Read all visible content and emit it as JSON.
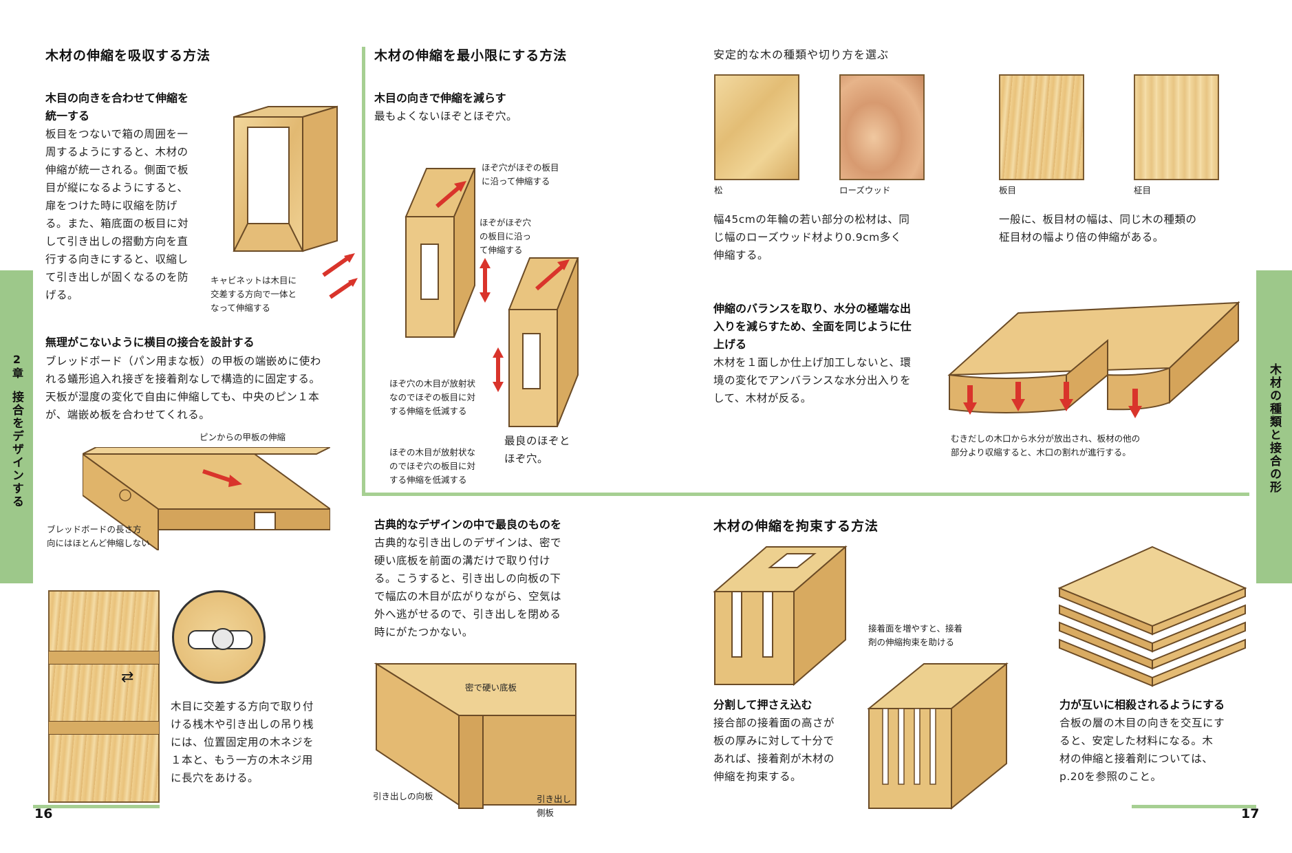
{
  "left_tab": {
    "chapter": "2章",
    "title": "接合をデザインする"
  },
  "right_tab": {
    "title": "木材の種類と接合の形"
  },
  "page_numbers": {
    "left": "16",
    "right": "17"
  },
  "sec1": {
    "heading": "木材の伸縮を吸収する方法",
    "subhead": "木目の向きを合わせて伸縮を\n統一する",
    "body": "板目をつないで箱の周囲を一\n周するようにすると、木材の\n伸縮が統一される。側面で板\n目が縦になるようにすると、\n扉をつけた時に収縮を防げ\nる。また、箱底面の板目に対\nして引き出しの摺動方向を直\n行する向きにすると、収縮し\nて引き出しが固くなるのを防\nげる。",
    "caption_cabinet": "キャビネットは木目に\n交差する方向で一体と\nなって伸縮する",
    "subhead2": "無理がこないように横目の接合を設計する",
    "body2": "ブレッドボード（パン用まな板）の甲板の端嵌めに使わ\nれる蟻形追入れ接ぎを接着剤なしで構造的に固定する。\n天板が湿度の変化で自由に伸縮しても、中央のピン１本\nが、端嵌め板を合わせてくれる。",
    "caption_pin": "ピンからの甲板の伸縮",
    "caption_breadboard": "ブレッドボードの長さ方\n向にはほとんど伸縮しない",
    "body3": "木目に交差する方向で取り付\nける桟木や引き出しの吊り桟\nには、位置固定用の木ネジを\n１本と、もう一方の木ネジ用\nに長穴をあける。"
  },
  "sec2": {
    "heading": "木材の伸縮を最小限にする方法",
    "subhead": "木目の向きで伸縮を減らす",
    "body": "最もよくないほぞとほぞ穴。",
    "cap_a": "ほぞ穴がほぞの板目\nに沿って伸縮する",
    "cap_b": "ほぞがほぞ穴\nの板目に沿っ\nて伸縮する",
    "cap_c": "ほぞ穴の木目が放射状\nなのでほぞの板目に対\nする伸縮を低減する",
    "cap_d": "ほぞの木目が放射状な\nのでほぞ穴の板目に対\nする伸縮を低減する",
    "cap_best": "最良のほぞと\nほぞ穴。",
    "subhead2": "古典的なデザインの中で最良のものを",
    "body2": "古典的な引き出しのデザインは、密で\n硬い底板を前面の溝だけで取り付け\nる。こうすると、引き出しの向板の下\nで幅広の木目が広がりながら、空気は\n外へ逃がせるので、引き出しを閉める\n時にがたつかない。",
    "cap_bottom": "密で硬い底板",
    "cap_front": "引き出しの向板",
    "cap_side": "引き出し\n側板"
  },
  "sec3": {
    "heading": "安定的な木の種類や切り方を選ぶ",
    "samples": [
      "松",
      "ローズウッド",
      "板目",
      "柾目"
    ],
    "body_a": "幅45cmの年輪の若い部分の松材は、同\nじ幅のローズウッド材より0.9cm多く\n伸縮する。",
    "body_b": "一般に、板目材の幅は、同じ木の種類の\n柾目材の幅より倍の伸縮がある。",
    "subhead2": "伸縮のバランスを取り、水分の極端な出\n入りを減らすため、全面を同じように仕\n上げる",
    "body2": "木材を１面しか仕上げ加工しないと、環\n境の変化でアンバランスな水分出入りを\nして、木材が反る。",
    "cap_warp": "むきだしの木口から水分が放出され、板材の他の\n部分より収縮すると、木口の割れが進行する。"
  },
  "sec4": {
    "heading": "木材の伸縮を拘束する方法",
    "subhead": "分割して押さえ込む",
    "body": "接合部の接着面の高さが\n板の厚みに対して十分で\nあれば、接着剤が木材の\n伸縮を拘束する。",
    "cap_glue": "接着面を増やすと、接着\n剤の伸縮拘束を助ける",
    "subhead2": "力が互いに相殺されるようにする",
    "body2": "合板の層の木目の向きを交互にす\nると、安定した材料になる。木\n材の伸縮と接着剤については、\np.20を参照のこと。"
  },
  "colors": {
    "accent_green": "#9dc88a",
    "arrow_red": "#d9342b",
    "wood_outline": "#7a5a30"
  }
}
